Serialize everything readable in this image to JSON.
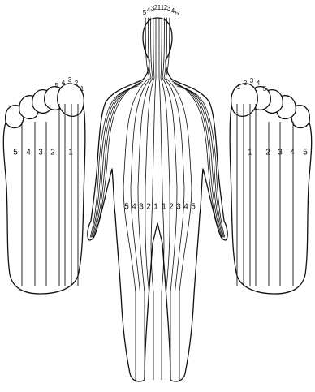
{
  "figure": {
    "head_labels": [
      "5",
      "4",
      "3",
      "2",
      "1",
      "1",
      "2",
      "3",
      "4",
      "5"
    ],
    "body_labels": [
      "5",
      "4",
      "3",
      "2",
      "1",
      "1",
      "2",
      "3",
      "4",
      "5"
    ],
    "left_foot": {
      "toe_labels": [
        "5",
        "4",
        "3",
        "2",
        "1"
      ],
      "sole_labels": [
        "5",
        "4",
        "3",
        "2",
        "1"
      ]
    },
    "right_foot": {
      "toe_labels": [
        "1",
        "2",
        "3",
        "4",
        "5"
      ],
      "sole_labels": [
        "1",
        "2",
        "3",
        "4",
        "5"
      ]
    }
  }
}
